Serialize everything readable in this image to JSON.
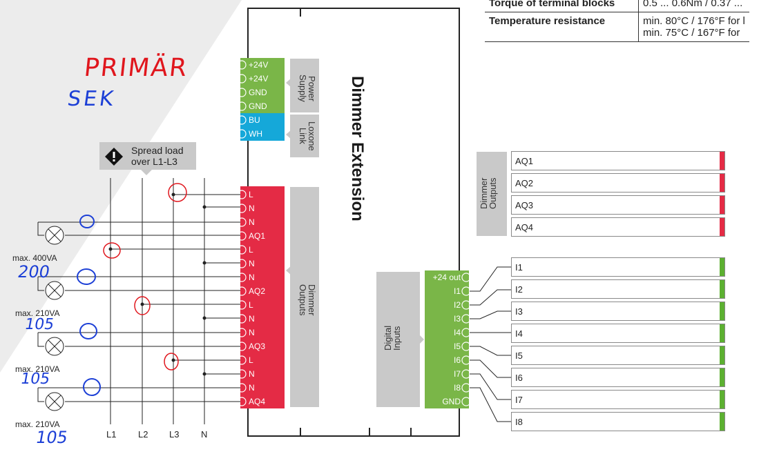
{
  "spec_table": {
    "rows": [
      {
        "label": "Torque of terminal blocks",
        "value": "0.5 ... 0.6Nm / 0.37 ..."
      },
      {
        "label": "Temperature resistance",
        "value": "min. 80°C / 176°F for l\nmin. 75°C / 167°F for"
      }
    ]
  },
  "device_title": "Dimmer Extension",
  "power_supply": {
    "label": "Power Supply",
    "terminals": [
      "+24V",
      "+24V",
      "GND",
      "GND"
    ]
  },
  "link": {
    "label": "Loxone Link",
    "terminals": [
      "BU",
      "WH"
    ]
  },
  "dimmer_outputs_block": {
    "label": "Dimmer Outputs",
    "terminals": [
      "L",
      "N",
      "N",
      "AQ1",
      "L",
      "N",
      "N",
      "AQ2",
      "L",
      "N",
      "N",
      "AQ3",
      "L",
      "N",
      "N",
      "AQ4"
    ]
  },
  "digital_inputs": {
    "label": "Digital Inputs",
    "terminals": [
      "+24 out",
      "I1",
      "I2",
      "I3",
      "I4",
      "I5",
      "I6",
      "I7",
      "I8",
      "GND"
    ]
  },
  "dimmer_outputs_panel": {
    "label": "Dimmer Outputs",
    "items": [
      "AQ1",
      "AQ2",
      "AQ3",
      "AQ4"
    ]
  },
  "inputs_panel": {
    "items": [
      "I1",
      "I2",
      "I3",
      "I4",
      "I5",
      "I6",
      "I7",
      "I8"
    ]
  },
  "warning": "Spread load over L1-L3",
  "lamps": [
    {
      "max": "max. 400VA",
      "note": "200"
    },
    {
      "max": "max. 210VA",
      "note": "105"
    },
    {
      "max": "max. 210VA",
      "note": "105"
    },
    {
      "max": "max. 210VA",
      "note": "105"
    }
  ],
  "bus_labels": [
    "L1",
    "L2",
    "L3",
    "N"
  ],
  "handwriting": {
    "primary": "PRIMÄR",
    "secondary": "SEK"
  },
  "colors": {
    "green": "#7ab648",
    "blue": "#15a8d9",
    "red": "#e42b45",
    "gray": "#c9c9c9",
    "input_bar": "#5cb031"
  }
}
